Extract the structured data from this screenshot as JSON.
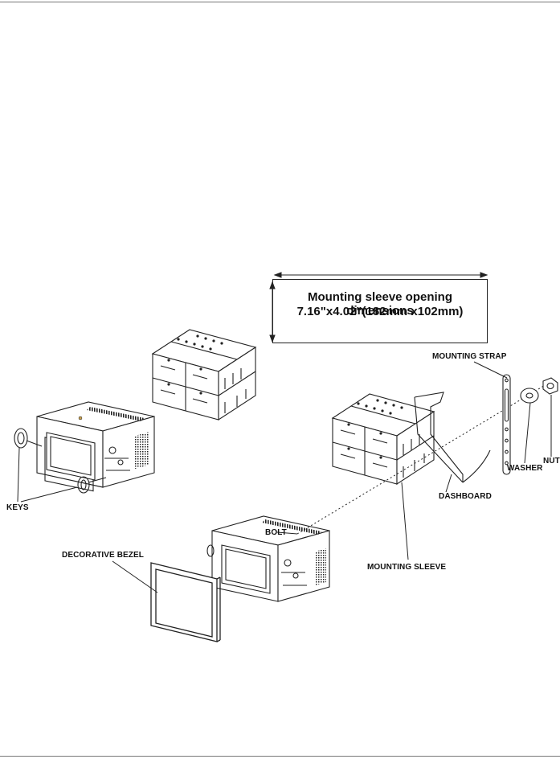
{
  "dimension_box": {
    "title": "Mounting sleeve opening dimensions",
    "value": "7.16\"x4.02\"(182mm x102mm)"
  },
  "labels": {
    "mounting_strap": "MOUNTING STRAP",
    "nut": "NUT",
    "washer": "WASHER",
    "bolt": "BOLT",
    "dashboard": "DASHBOARD",
    "keys": "KEYS",
    "mounting_sleeve": "MOUNTING SLEEVE",
    "decorative_bezel": "DECORATIVE BEZEL"
  }
}
